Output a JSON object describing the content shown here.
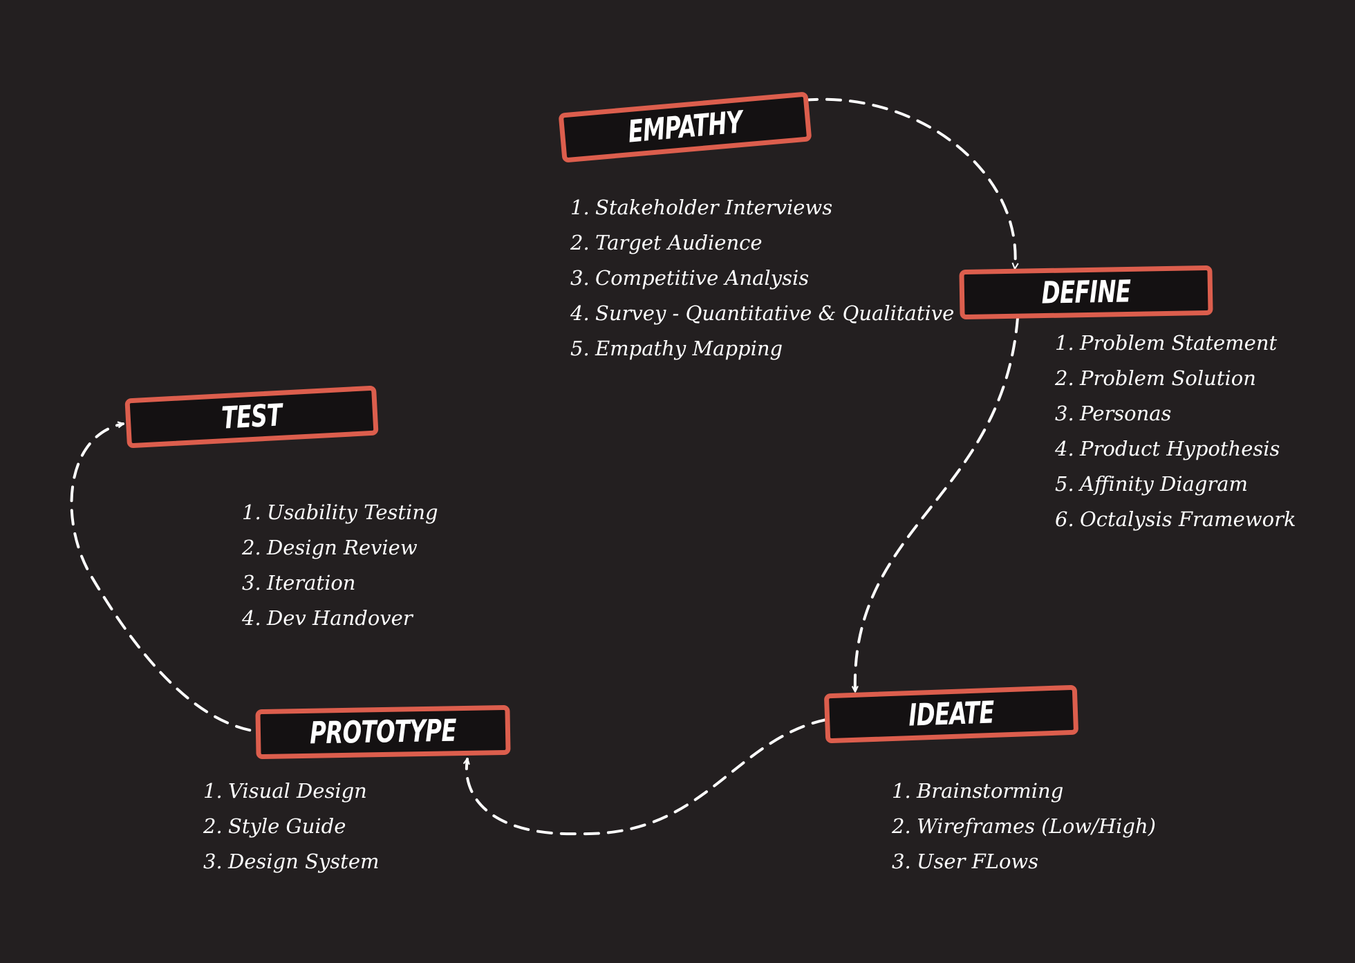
{
  "diagram": {
    "colors": {
      "background": "#231f20",
      "box_fill": "#141112",
      "box_border": "#dc5e4d",
      "text": "#ffffff",
      "connector": "#ffffff"
    },
    "connector_style": "dashed arrow",
    "stages": [
      {
        "id": "empathy",
        "label": "EMPATHY",
        "steps": [
          {
            "num": "1.",
            "text": "Stakeholder Interviews"
          },
          {
            "num": "2.",
            "text": "Target Audience"
          },
          {
            "num": "3.",
            "text": "Competitive Analysis"
          },
          {
            "num": "4.",
            "text": "Survey - Quantitative & Qualitative"
          },
          {
            "num": "5.",
            "text": "Empathy Mapping"
          }
        ]
      },
      {
        "id": "define",
        "label": "DEFINE",
        "steps": [
          {
            "num": "1.",
            "text": "Problem Statement"
          },
          {
            "num": "2.",
            "text": "Problem Solution"
          },
          {
            "num": "3.",
            "text": "Personas"
          },
          {
            "num": "4.",
            "text": "Product Hypothesis"
          },
          {
            "num": "5.",
            "text": "Affinity Diagram"
          },
          {
            "num": "6.",
            "text": "Octalysis Framework"
          }
        ]
      },
      {
        "id": "ideate",
        "label": "IDEATE",
        "steps": [
          {
            "num": "1.",
            "text": "Brainstorming"
          },
          {
            "num": "2.",
            "text": "Wireframes (Low/High)"
          },
          {
            "num": "3.",
            "text": "User FLows"
          }
        ]
      },
      {
        "id": "prototype",
        "label": "PROTOTYPE",
        "steps": [
          {
            "num": "1.",
            "text": "Visual Design"
          },
          {
            "num": "2.",
            "text": "Style Guide"
          },
          {
            "num": "3.",
            "text": "Design System"
          }
        ]
      },
      {
        "id": "test",
        "label": "TEST",
        "steps": [
          {
            "num": "1.",
            "text": "Usability Testing"
          },
          {
            "num": "2.",
            "text": "Design Review"
          },
          {
            "num": "3.",
            "text": "Iteration"
          },
          {
            "num": "4.",
            "text": "Dev Handover"
          }
        ]
      }
    ],
    "connectors": [
      {
        "from": "empathy",
        "to": "define"
      },
      {
        "from": "define",
        "to": "ideate"
      },
      {
        "from": "ideate",
        "to": "prototype"
      },
      {
        "from": "prototype",
        "to": "test"
      }
    ]
  }
}
